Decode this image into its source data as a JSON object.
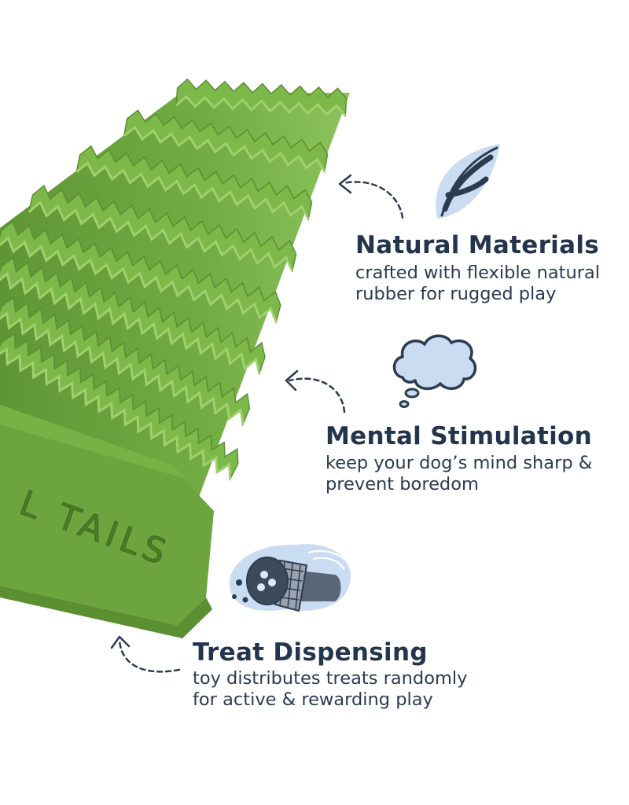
{
  "product": {
    "brand_imprint": "L TAILS",
    "colors": {
      "toy_green": "#6ca53e",
      "toy_green_dark": "#5a8f32",
      "toy_green_light": "#7db84a",
      "title_navy": "#23344d",
      "icon_light_blue": "#c9dcf2",
      "icon_outline": "#2b3b52"
    }
  },
  "features": [
    {
      "icon": "leaf-icon",
      "title": "Natural Materials",
      "description_lines": [
        "crafted with flexible natural",
        "rubber for rugged play"
      ]
    },
    {
      "icon": "thought-cloud-icon",
      "title": "Mental Stimulation",
      "description_lines": [
        "keep your dog’s mind sharp &",
        "prevent boredom"
      ]
    },
    {
      "icon": "treat-toy-icon",
      "title": "Treat Dispensing",
      "description_lines": [
        "toy distributes treats randomly",
        "for active & rewarding play"
      ]
    }
  ]
}
